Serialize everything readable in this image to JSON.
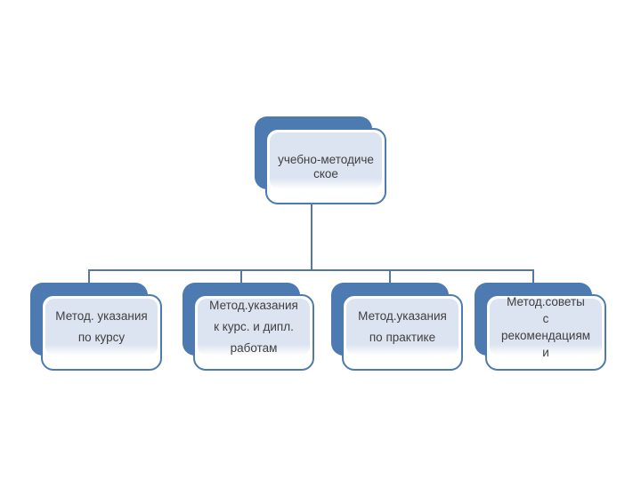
{
  "diagram": {
    "type": "hierarchy",
    "root": {
      "label": "учебно-методиче\nское"
    },
    "children": [
      {
        "label": "Метод. указания\nпо курсу"
      },
      {
        "label": "Метод.указания\nк курс. и дипл.\nработам"
      },
      {
        "label": "Метод.указания\nпо практике"
      },
      {
        "label": "Метод.советы\nс\nрекомендациям\nи"
      }
    ]
  },
  "colors": {
    "node_back": "#4d7ab0",
    "node_border": "#4d7ab0",
    "node_panel_fill": "#dce3f1",
    "connector": "#54789f",
    "text": "#404040",
    "background": "#ffffff"
  }
}
